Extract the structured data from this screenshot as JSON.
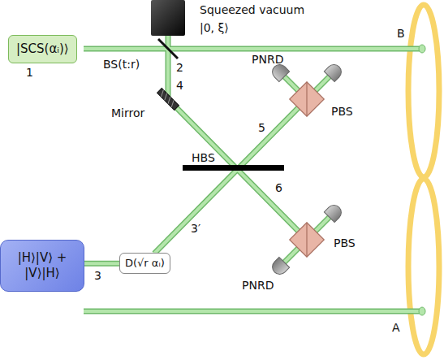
{
  "diagram": {
    "nodes": [
      {
        "text": [
          "Squeezed vacuum",
          "|0, ξ⟩"
        ]
      },
      {
        "text": [
          "|SCS(αᵢ)⟩"
        ]
      },
      {
        "text": [
          "|H⟩|V⟩ + |V⟩|H⟩"
        ]
      },
      {
        "text": [
          "D(√r αᵢ)"
        ]
      }
    ],
    "edges": [
      {
        "from": 2,
        "to": 3,
        "arrow": "none"
      }
    ],
    "labels": [
      "BS(t:r)",
      "1",
      "2",
      "4",
      "Mirror",
      "HBS",
      "5",
      "6",
      "PBS",
      "PBS",
      "PNRD",
      "PNRD",
      "3′",
      "3",
      "A",
      "B"
    ]
  }
}
